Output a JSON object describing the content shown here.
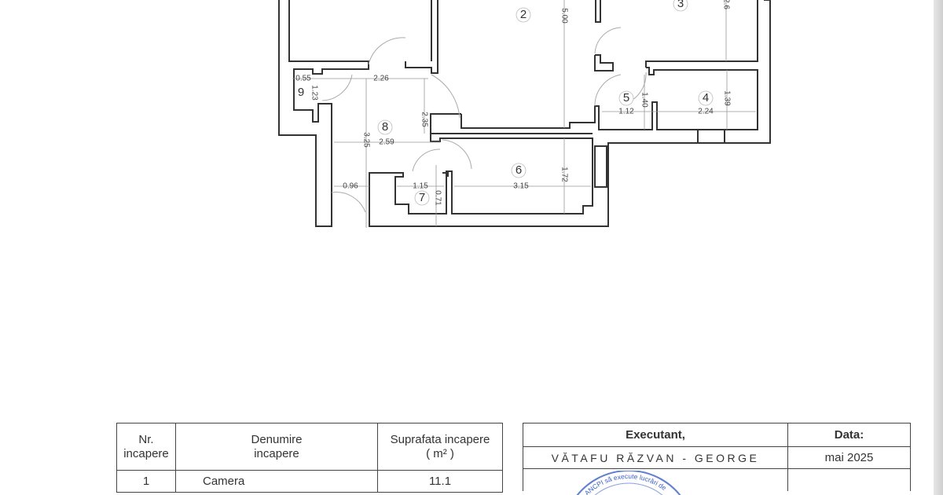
{
  "plan": {
    "rooms": [
      "2",
      "3",
      "4",
      "5",
      "6",
      "7",
      "8",
      "9"
    ],
    "dimensions": {
      "d500": "5.00",
      "d26": "2.6",
      "d055": "0.55",
      "d226": "2.26",
      "d123": "1.23",
      "d235": "2.35",
      "d325": "3.25",
      "d259": "2.59",
      "d140": "1.40",
      "d112": "1.12",
      "d139": "1.39",
      "d224": "2.24",
      "d172": "1.72",
      "d315": "3.15",
      "d115": "1.15",
      "d071": "0.71",
      "d096": "0.96"
    }
  },
  "rooms_table": {
    "headers": {
      "nr": "Nr.",
      "nr2": "incapere",
      "name": "Denumire",
      "name2": "incapere",
      "area": "Suprafata incapere",
      "area_unit": "( m² )"
    },
    "rows": [
      {
        "nr": "1",
        "name": "Camera",
        "area": "11.1"
      }
    ]
  },
  "exec_table": {
    "executant_label": "Executant,",
    "executant_name": "VĂTAFU RĂZVAN - GEORGE",
    "date_label": "Data:",
    "date_value": "mai 2025"
  },
  "stamp": {
    "text": "ANCPI să execute lucrări de"
  },
  "colors": {
    "stamp": "#3a5fc8",
    "wall": "#333333"
  }
}
